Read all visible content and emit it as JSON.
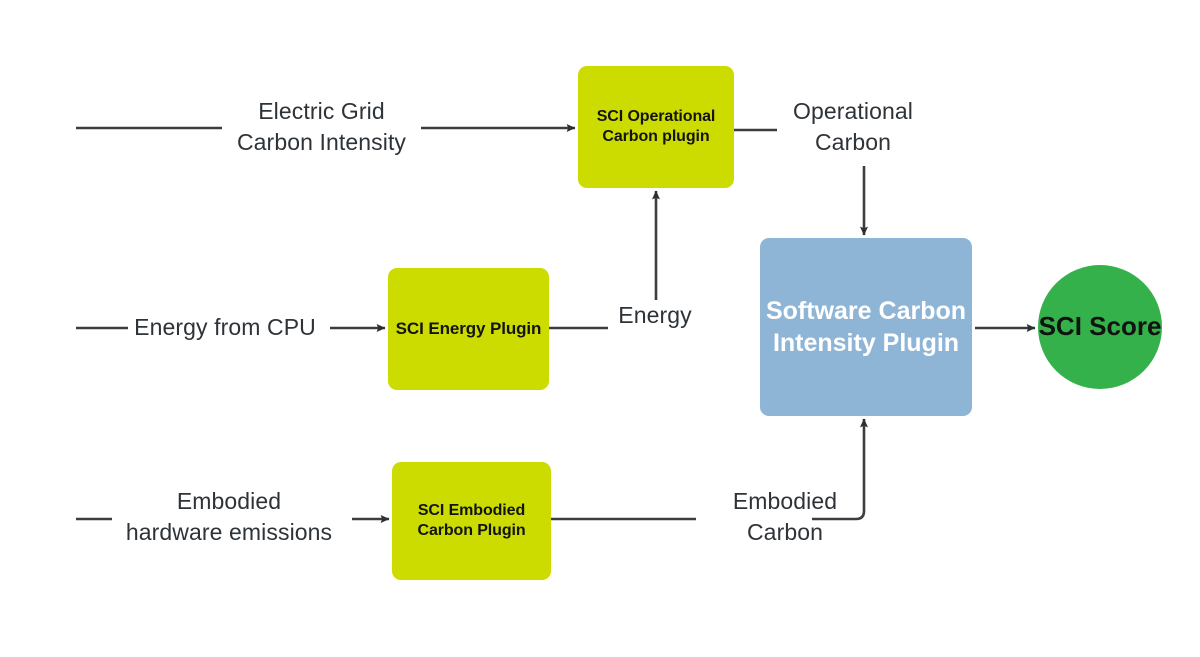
{
  "diagram": {
    "title": "Software Carbon Intensity plugin pipeline",
    "background_color": "#ffffff",
    "edge_color": "#333739",
    "colors": {
      "plugin_fill": "#ccdb00",
      "core_fill": "#8fb5d6",
      "score_fill": "#34b14b",
      "plugin_text": "#14140f",
      "core_text": "#ffffff",
      "score_text": "#111310",
      "label_text": "#2e3338"
    }
  },
  "nodes": {
    "operational_carbon_plugin": {
      "label": "SCI\nOperational\nCarbon plugin",
      "shape": "rounded-rectangle",
      "fill": "#ccdb00"
    },
    "energy_plugin": {
      "label": "SCI Energy\nPlugin",
      "shape": "rounded-rectangle",
      "fill": "#ccdb00"
    },
    "embodied_carbon_plugin": {
      "label": "SCI Embodied\nCarbon Plugin",
      "shape": "rounded-rectangle",
      "fill": "#ccdb00"
    },
    "sci_plugin": {
      "label": "Software\nCarbon\nIntensity\nPlugin",
      "shape": "rounded-rectangle",
      "fill": "#8fb5d6"
    },
    "sci_score": {
      "label": "SCI\nScore",
      "shape": "circle",
      "fill": "#34b14b"
    }
  },
  "edge_labels": {
    "grid_carbon_intensity": "Electric Grid\nCarbon Intensity",
    "operational_carbon": "Operational\nCarbon",
    "energy_from_cpu": "Energy from CPU",
    "energy": "Energy",
    "embodied_hardware_emissions": "Embodied\nhardware emissions",
    "embodied_carbon": "Embodied\nCarbon"
  },
  "flows": [
    {
      "from": "Electric Grid Carbon Intensity",
      "to": "SCI Operational Carbon plugin"
    },
    {
      "from": "Energy from CPU",
      "to": "SCI Energy Plugin"
    },
    {
      "from": "Embodied hardware emissions",
      "to": "SCI Embodied Carbon Plugin"
    },
    {
      "from": "SCI Energy Plugin",
      "to": "SCI Operational Carbon plugin",
      "label": "Energy"
    },
    {
      "from": "SCI Operational Carbon plugin",
      "to": "Software Carbon Intensity Plugin",
      "label": "Operational Carbon"
    },
    {
      "from": "SCI Embodied Carbon Plugin",
      "to": "Software Carbon Intensity Plugin",
      "label": "Embodied Carbon"
    },
    {
      "from": "Software Carbon Intensity Plugin",
      "to": "SCI Score"
    }
  ]
}
